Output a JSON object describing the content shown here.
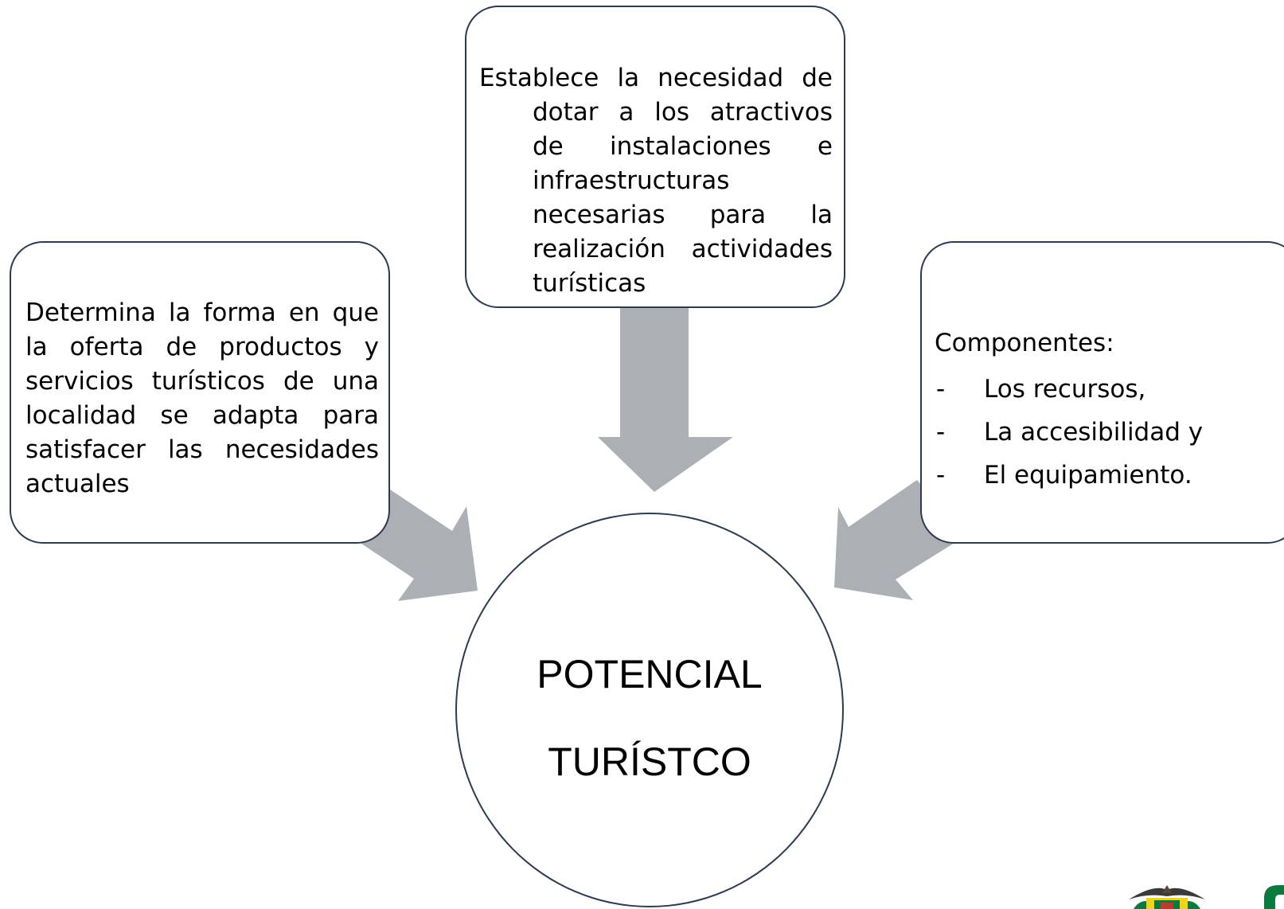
{
  "diagram": {
    "top_box": {
      "text": "Establece la necesidad de dotar a los atractivos de instalaciones e infraestructuras necesarias para la realización actividades turísticas"
    },
    "left_box": {
      "text": "Determina la forma en que la oferta de productos y servicios turísticos de una localidad se adapta para satisfacer las necesidades actuales"
    },
    "right_box": {
      "heading": "Componentes:",
      "items": [
        "Los recursos,",
        "La accesibilidad y",
        "El equipamiento."
      ],
      "bullet": "-"
    },
    "center": {
      "line1": "POTENCIAL",
      "line2": "TURÍSTCO"
    }
  },
  "colors": {
    "arrow": "#acb0b5",
    "border": "#2e3a4f",
    "logo_green": "#0b7a3e",
    "logo_yellow": "#f2d31b"
  },
  "icons": [
    "coat-of-arms-logo"
  ]
}
